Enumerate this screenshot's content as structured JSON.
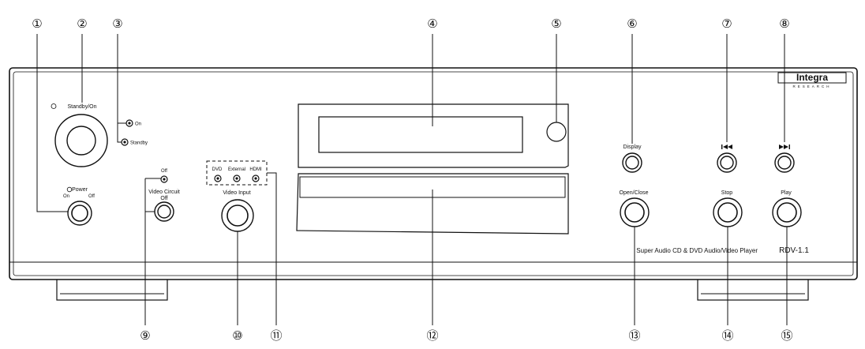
{
  "brand": {
    "logo_text": "Integra",
    "logo_sub": "RESEARCH"
  },
  "model": {
    "description": "Super Audio CD & DVD Audio/Video Player",
    "name": "RDV-1.1"
  },
  "labels": {
    "standby_on": "Standby/On",
    "on": "On",
    "standby": "Standby",
    "power": "Power",
    "power_on": "On",
    "power_off": "Off",
    "video_circuit_led": "Off",
    "video_circuit": "Video Circuit",
    "video_circuit_off": "Off",
    "dvd": "DVD",
    "external": "External",
    "hdmi": "HDMI",
    "video_input": "Video Input",
    "display": "Display",
    "open_close": "Open/Close",
    "stop": "Stop",
    "play": "Play"
  },
  "callouts": [
    "①",
    "②",
    "③",
    "④",
    "⑤",
    "⑥",
    "⑦",
    "⑧",
    "⑨",
    "⑩",
    "⑪",
    "⑫",
    "⑬",
    "⑭",
    "⑮"
  ]
}
